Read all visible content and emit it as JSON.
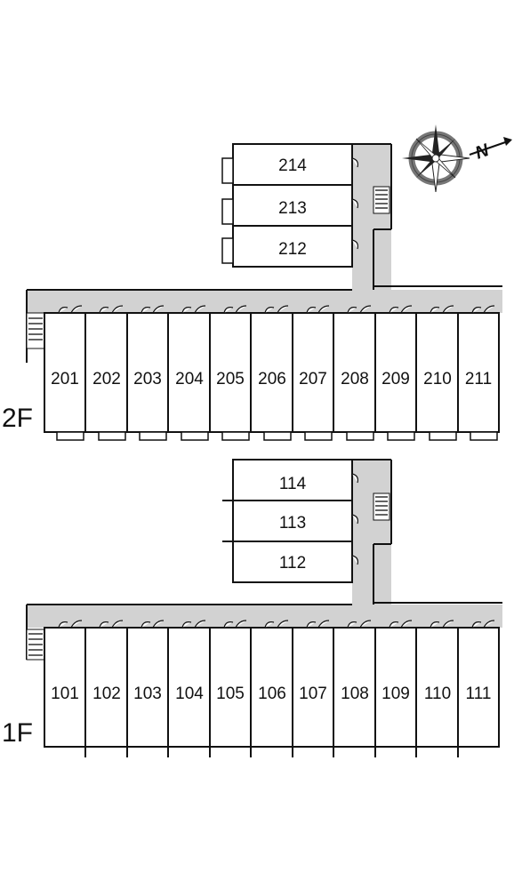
{
  "floors": [
    {
      "label": "2F",
      "row_units": [
        "201",
        "202",
        "203",
        "204",
        "205",
        "206",
        "207",
        "208",
        "209",
        "210",
        "211"
      ],
      "wing_units": [
        "214",
        "213",
        "212"
      ]
    },
    {
      "label": "1F",
      "row_units": [
        "101",
        "102",
        "103",
        "104",
        "105",
        "106",
        "107",
        "108",
        "109",
        "110",
        "111"
      ],
      "wing_units": [
        "114",
        "113",
        "112"
      ]
    }
  ],
  "compass": {
    "icon": "compass-rose-icon",
    "north_letter": "N"
  }
}
